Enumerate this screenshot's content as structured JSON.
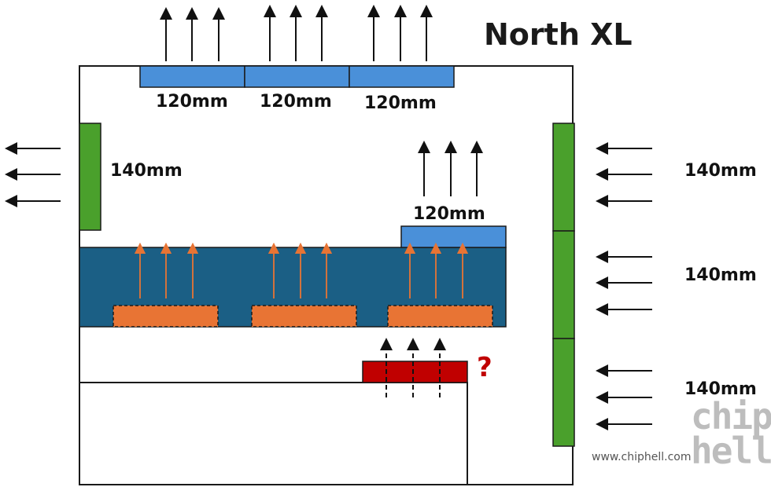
{
  "title": "North XL",
  "colors": {
    "fan_blue": "#4a90d9",
    "fan_green": "#4aa02c",
    "radiator": "#1b5f85",
    "heat_source": "#e87434",
    "unknown_fan": "#c00000",
    "airflow_hot": "#e87434",
    "outline": "#1a1a1a"
  },
  "top_fans": [
    {
      "label": "120mm"
    },
    {
      "label": "120mm"
    },
    {
      "label": "120mm"
    }
  ],
  "rear_fan": {
    "label": "140mm"
  },
  "front_fans": [
    {
      "label": "140mm"
    },
    {
      "label": "140mm"
    },
    {
      "label": "140mm"
    }
  ],
  "radiator_fan": {
    "label": "120mm"
  },
  "unknown_marker": "?",
  "watermark": "www.chiphell.com",
  "logo_text": "chip\nhell"
}
